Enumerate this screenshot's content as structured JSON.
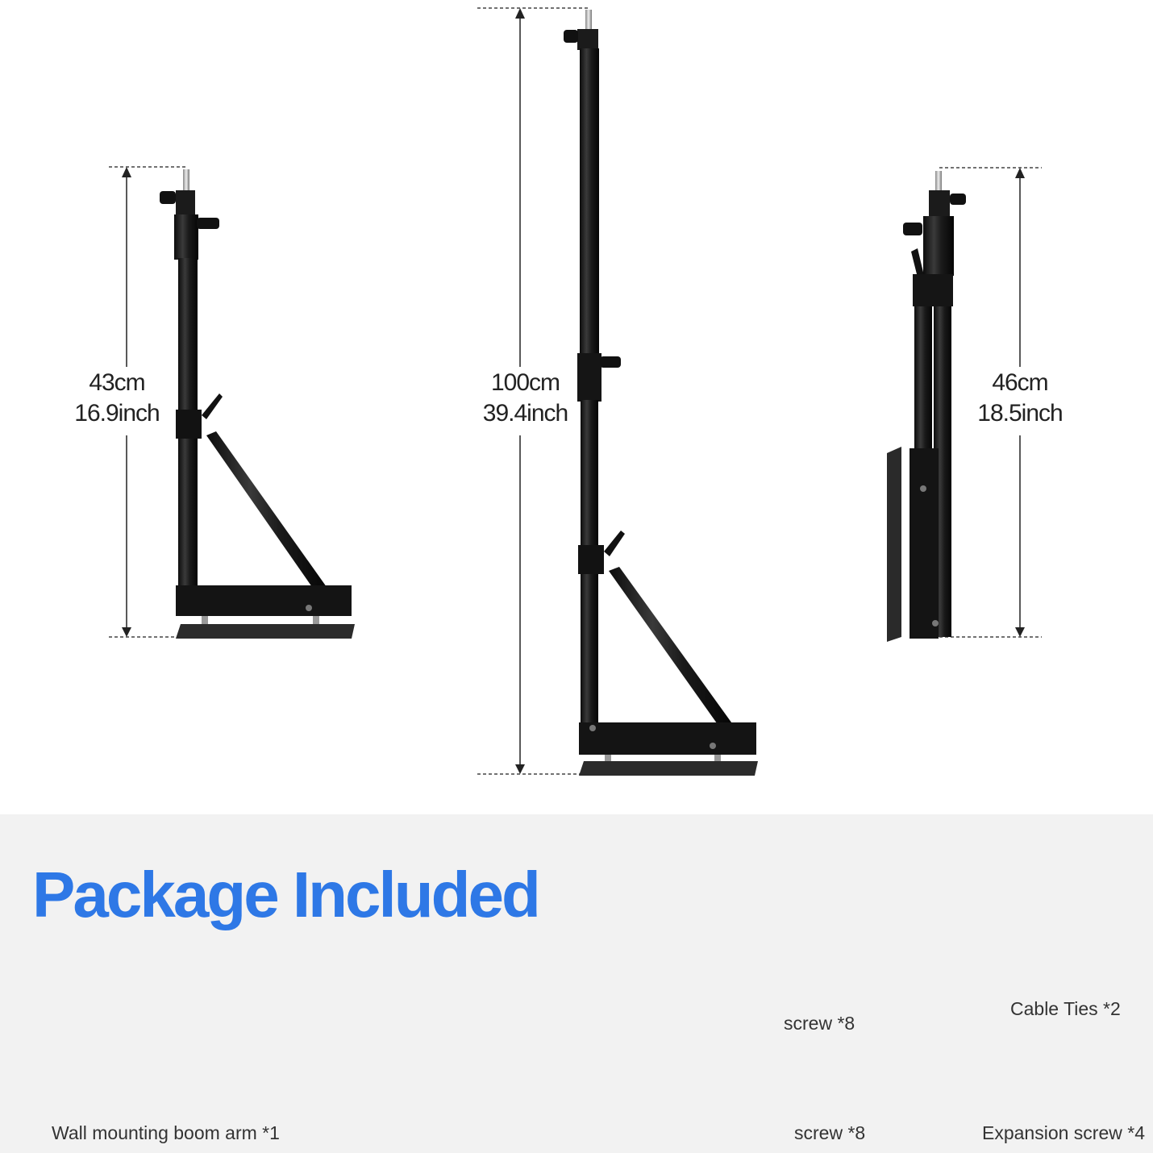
{
  "dimensions": {
    "short_stand": {
      "cm": "43cm",
      "inch": "16.9inch"
    },
    "extended_stand": {
      "cm": "100cm",
      "inch": "39.4inch"
    },
    "folded_stand": {
      "cm": "46cm",
      "inch": "18.5inch"
    }
  },
  "package": {
    "title": "Package Included",
    "items": {
      "boom_arm": "Wall mounting boom arm *1",
      "adapter": "screw *8",
      "cable_ties": "Cable Ties *2",
      "screws": "screw *8",
      "expansion_screws": "Expansion screw *4"
    }
  },
  "colors": {
    "accent": "#2e78e6",
    "metal": "#1a1a1a",
    "panel": "#f2f2f2"
  }
}
